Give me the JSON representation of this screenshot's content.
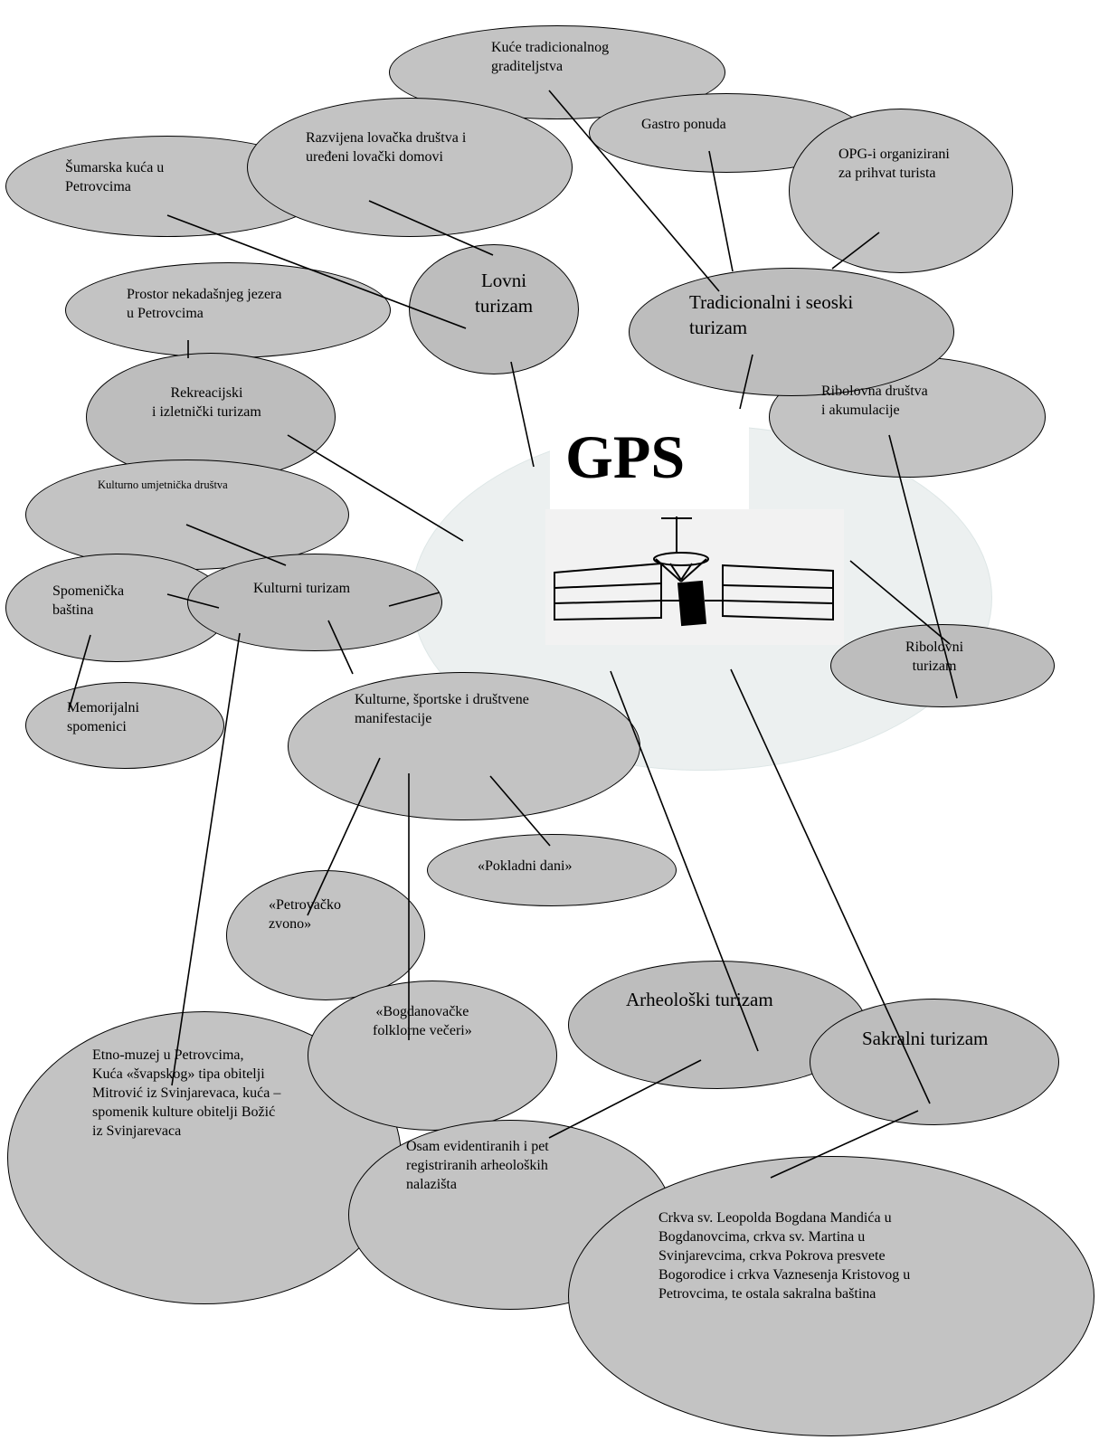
{
  "center": {
    "title": "GPS"
  },
  "nodes": {
    "kuce_tradicionalnog": "Kuće tradicionalnog\ngraditeljstva",
    "gastro": "Gastro ponuda",
    "opg": "OPG-i organizirani\nza prihvat turista",
    "lovacka_drustva": "Razvijena lovačka društva i\nuređeni lovački domovi",
    "sumarska_kuca": "Šumarska kuća u\nPetrovcima",
    "lovni_turizam": "Lovni\nturizam",
    "tradicionalni_turizam": "Tradicionalni i seoski\nturizam",
    "prostor_jezera": "Prostor nekadašnjeg jezera\nu Petrovcima",
    "rekreacijski": "Rekreacijski\ni izletnički  turizam",
    "ribolovna_drustva": "Ribolovna društva\ni akumulacije",
    "kud": "Kulturno umjetnička društva",
    "spomenicka_bastina": "Spomenička\nbaština",
    "kulturni_turizam": "Kulturni turizam",
    "ribolovni_turizam": "Ribolovni\nturizam",
    "memorijalni": "Memorijalni\nspomenici",
    "manifestacije": "Kulturne, športske i društvene\nmanifestacije",
    "pokladni": "«Pokladni dani»",
    "petrovacko_zvono": "«Petrovačko\nzvono»",
    "arheoloski_turizam": "Arheološki turizam",
    "sakralni_turizam": "Sakralni turizam",
    "bogdanovacke": "«Bogdanovačke\nfolklorne večeri»",
    "etno_muzej": "Etno-muzej u Petrovcima,\nKuća «švapskog» tipa obitelji\nMitrović iz Svinjarevaca, kuća –\nspomenik kulture obitelji Božić\niz Svinjarevaca",
    "nalazista": "Osam evidentiranih i pet\nregistriranih arheoloških\nnalazišta",
    "crkve": "Crkva sv. Leopolda Bogdana Mandića u\nBogdanovcima, crkva sv. Martina u\nSvinjarevcima, crkva Pokrova presvete\nBogorodice i crkva Vaznesenja Kristovog u\nPetrovcima, te ostala sakralna baština"
  },
  "colors": {
    "bubble_fill": "#c3c3c3",
    "center_fill": "#ecf0f0",
    "line": "#000000"
  }
}
